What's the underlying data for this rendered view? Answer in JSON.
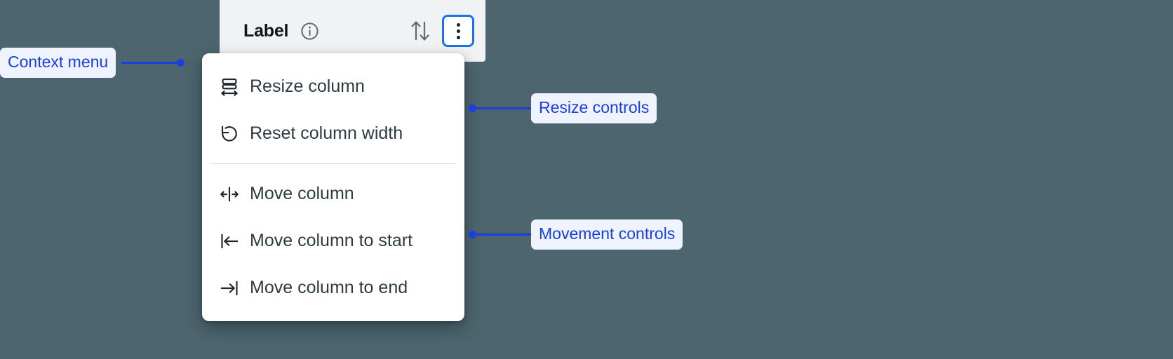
{
  "background_color": "#4d656e",
  "accent_color": "#1a3fe0",
  "focus_ring_color": "#1a73e8",
  "column_header": {
    "title": "Label",
    "info_icon": "info-circle-icon",
    "sort_icon": "sort-up-down-icon",
    "kebab_icon": "more-vertical-icon"
  },
  "context_menu": {
    "groups": [
      {
        "name": "resize",
        "items": [
          {
            "icon": "resize-column-icon",
            "label": "Resize column"
          },
          {
            "icon": "reset-width-icon",
            "label": "Reset column width"
          }
        ]
      },
      {
        "name": "movement",
        "items": [
          {
            "icon": "move-column-icon",
            "label": "Move column"
          },
          {
            "icon": "move-to-start-icon",
            "label": "Move column to start"
          },
          {
            "icon": "move-to-end-icon",
            "label": "Move column to end"
          }
        ]
      }
    ]
  },
  "annotations": [
    {
      "id": "context-menu",
      "label": "Context menu"
    },
    {
      "id": "resize",
      "label": "Resize controls"
    },
    {
      "id": "movement",
      "label": "Movement controls"
    }
  ]
}
